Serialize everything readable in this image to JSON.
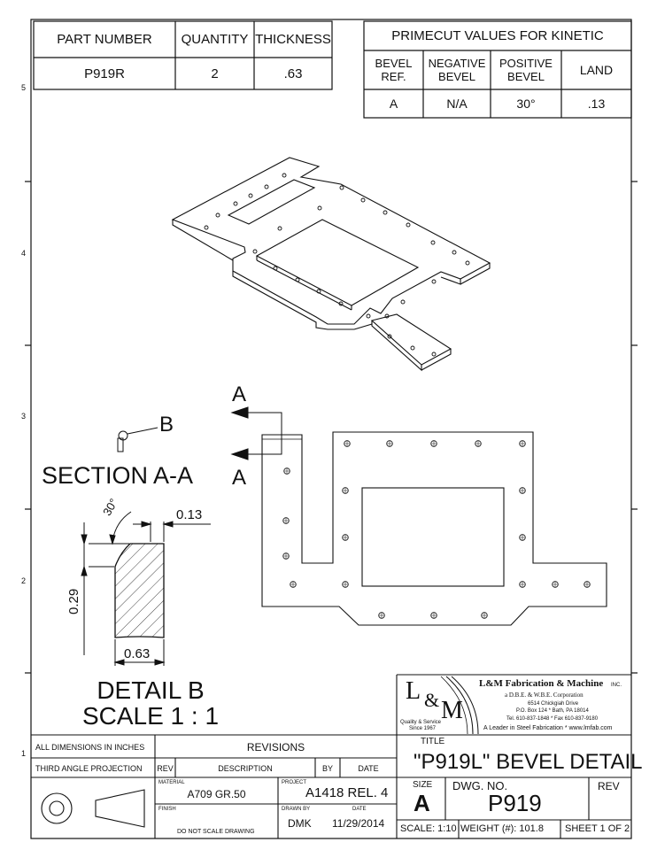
{
  "part_table": {
    "headers": [
      "PART NUMBER",
      "QUANTITY",
      "THICKNESS"
    ],
    "row": [
      "P919R",
      "2",
      ".63"
    ]
  },
  "primecut": {
    "title": "PRIMECUT VALUES FOR KINETIC",
    "headers": [
      [
        "BEVEL",
        "REF."
      ],
      [
        "NEGATIVE",
        "BEVEL"
      ],
      [
        "POSITIVE",
        "BEVEL"
      ],
      [
        "LAND",
        ""
      ]
    ],
    "row": [
      "A",
      "N/A",
      "30°",
      ".13"
    ]
  },
  "zones": [
    "5",
    "4",
    "3",
    "2",
    "1"
  ],
  "section": {
    "title": "SECTION A-A",
    "cut_label_top": "A",
    "cut_label_bottom": "A",
    "detail_callout": "B"
  },
  "detail": {
    "title_line1": "DETAIL B",
    "title_line2": "SCALE 1 : 1",
    "angle": "30°",
    "land": "0.13",
    "height": "0.29",
    "width": "0.63"
  },
  "company": {
    "logo_l": "L",
    "logo_amp": "&",
    "logo_m": "M",
    "logo_tag1": "Quality & Service",
    "logo_tag2": "Since 1967",
    "name": "L&M Fabrication & Machine",
    "name_suffix": "INC.",
    "corp": "a D.B.E. & W.B.E. Corporation",
    "address1": "6514 Chickgiah Drive",
    "address2": "P.O. Box 124 * Bath, PA 18014",
    "phone": "Tel. 610-837-1848 * Fax 610-837-9180",
    "slogan": "A Leader in Steel Fabrication * www.lmfab.com"
  },
  "title_block": {
    "all_dims": "ALL DIMENSIONS IN INCHES",
    "projection": "THIRD ANGLE PROJECTION",
    "revisions": "REVISIONS",
    "rev_col": "REV",
    "desc_col": "DESCRIPTION",
    "by_col": "BY",
    "date_col": "DATE",
    "material_label": "MATERIAL",
    "material": "A709 GR.50",
    "project_label": "PROJECT",
    "project": "A1418 REL. 4",
    "finish_label": "FINISH",
    "do_not_scale": "DO NOT SCALE DRAWING",
    "drawn_by_label": "DRAWN BY",
    "drawn_by": "DMK",
    "date_label": "DATE",
    "date": "11/29/2014",
    "title_label": "TITLE",
    "title": "\"P919L\" BEVEL DETAIL",
    "size_label": "SIZE",
    "size": "A",
    "dwg_no_label": "DWG. NO.",
    "dwg_no": "P919",
    "rev_label": "REV",
    "rev": "",
    "scale": "SCALE: 1:10",
    "weight": "WEIGHT (#): 101.8",
    "sheet": "SHEET 1 OF 2"
  }
}
